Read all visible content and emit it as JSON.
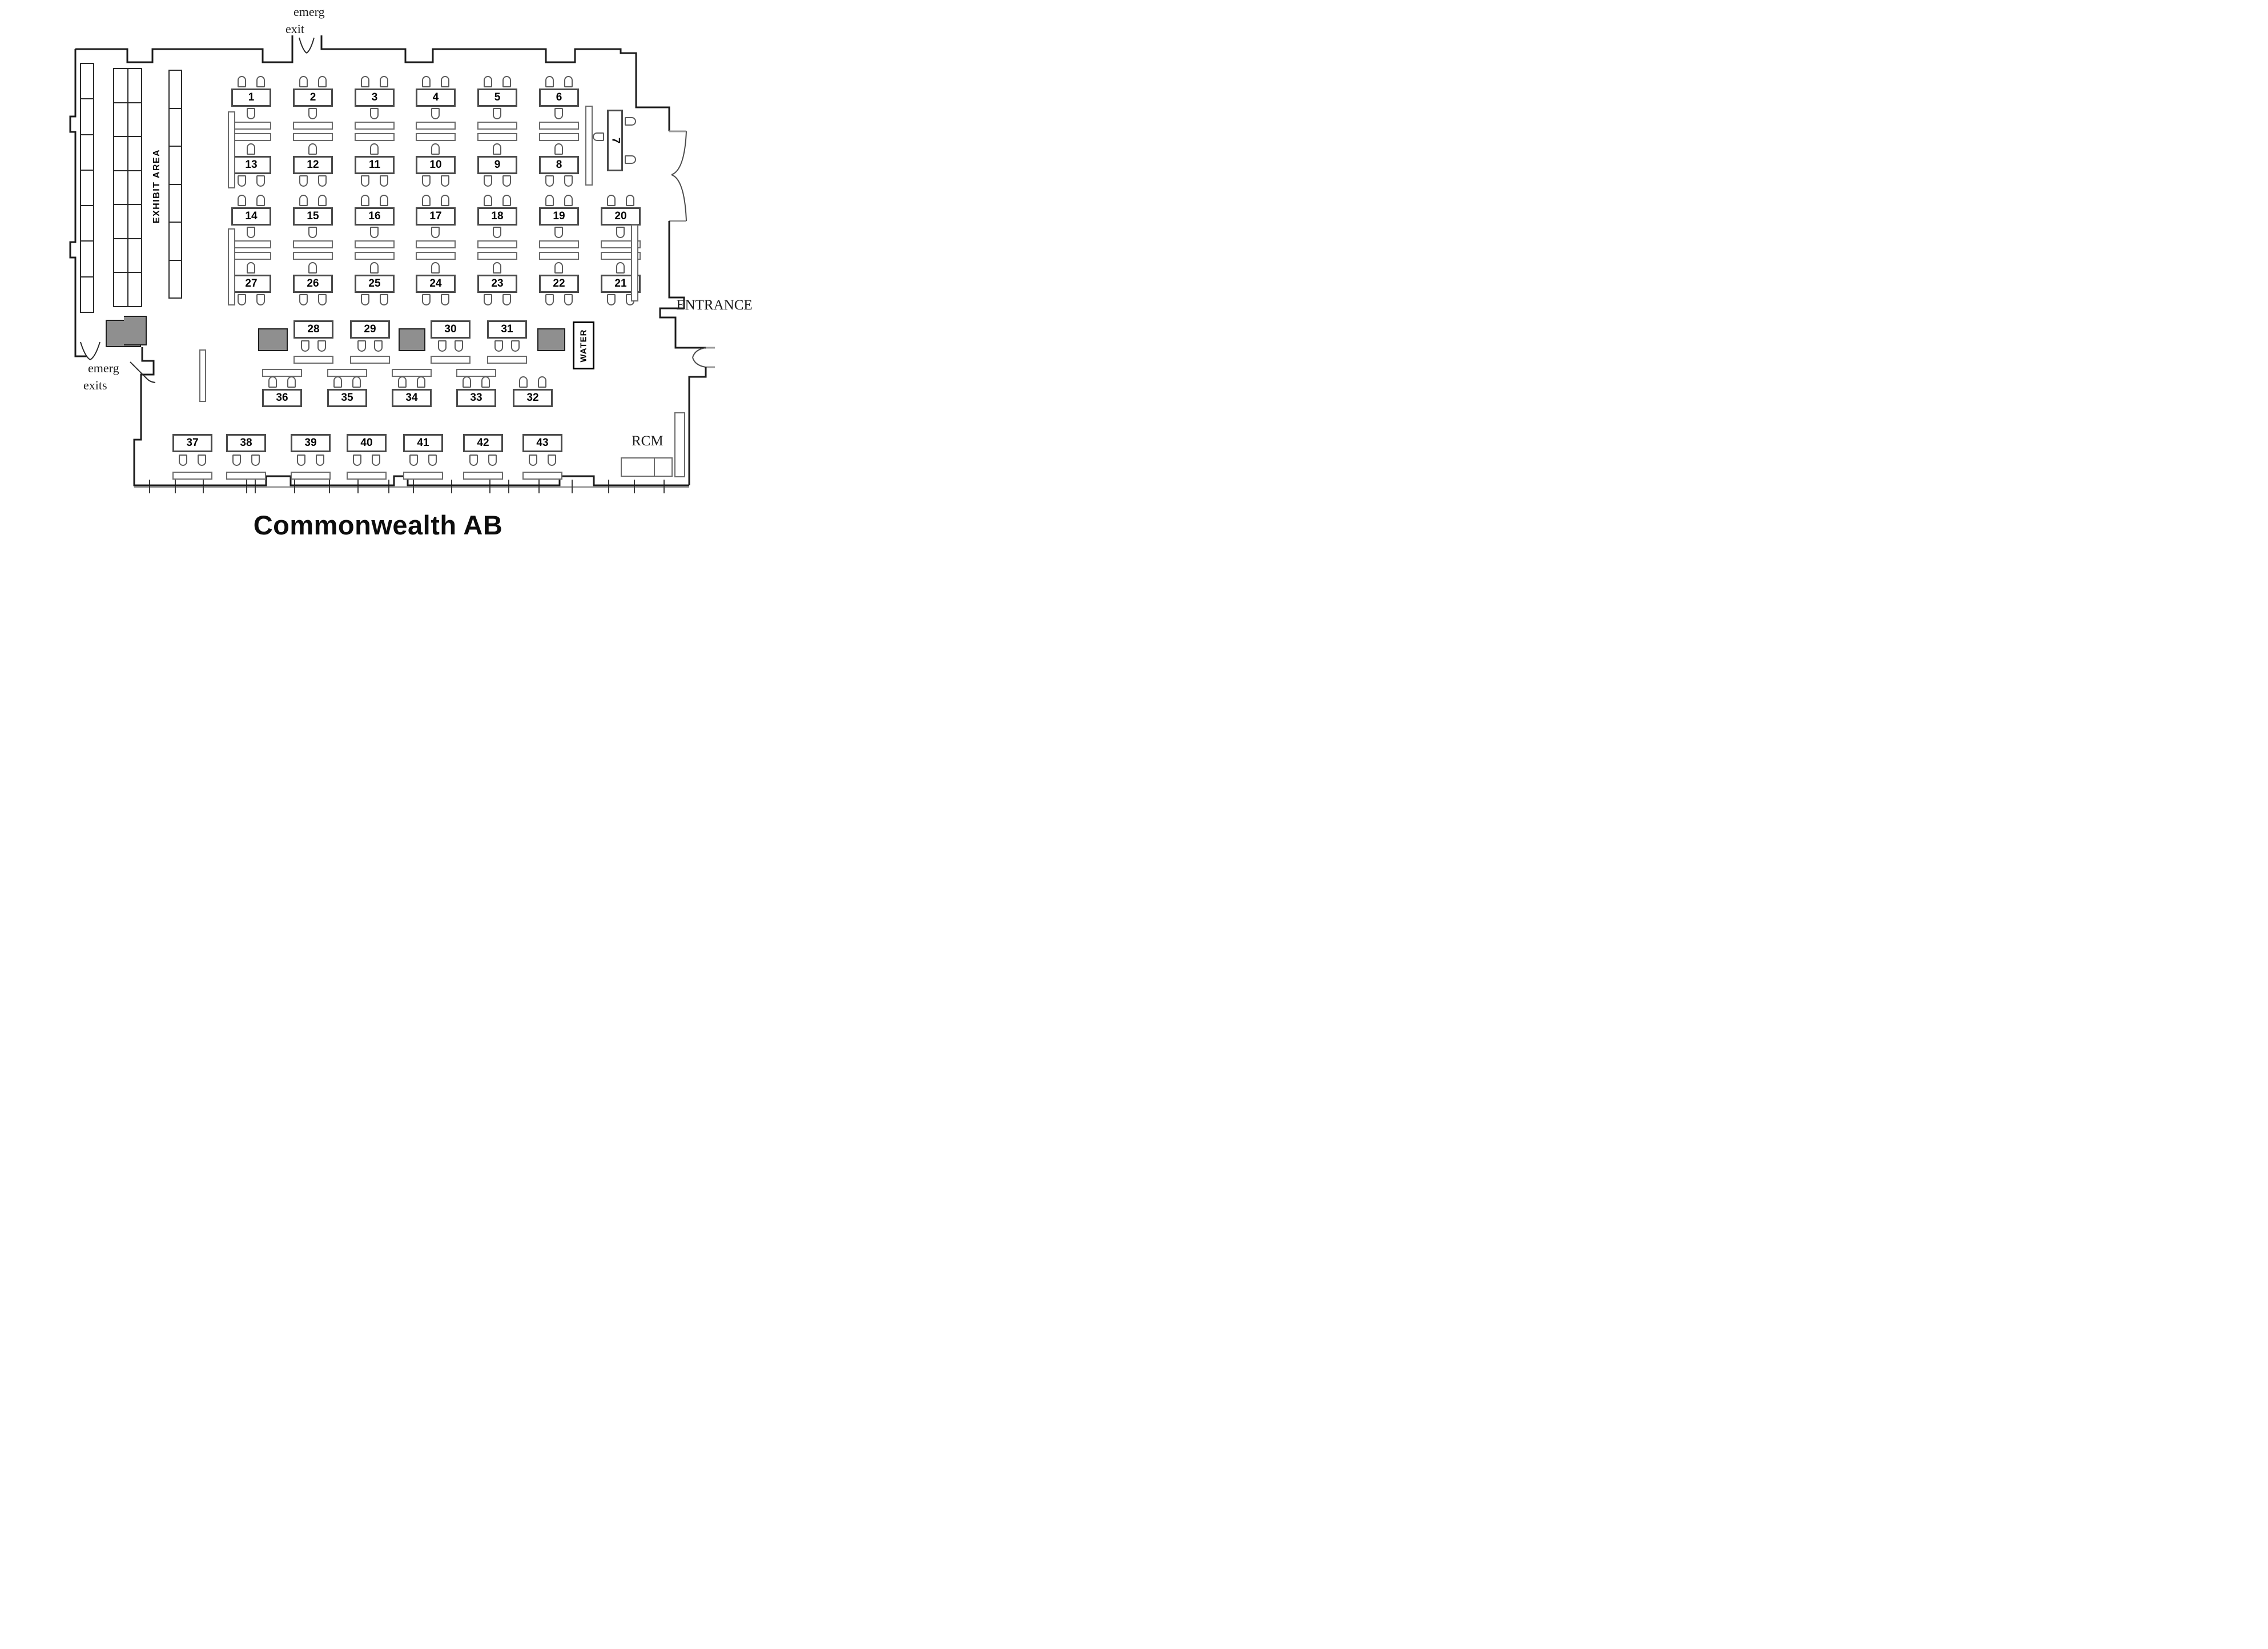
{
  "title": "Commonwealth AB",
  "labels": {
    "exhibit_area": "EXHIBIT AREA",
    "entrance": "ENTRANCE",
    "water": "WATER",
    "rcm": "RCM",
    "emerg_exit_top": {
      "line1": "emerg",
      "line2": "exit"
    },
    "emerg_exits_left": {
      "line1": "emerg",
      "line2": "exits"
    }
  },
  "tables": {
    "top_row": [
      "1",
      "2",
      "3",
      "4",
      "5",
      "6"
    ],
    "top_row_return": [
      "13",
      "12",
      "11",
      "10",
      "9",
      "8"
    ],
    "side_table": "7",
    "mid_row": [
      "14",
      "15",
      "16",
      "17",
      "18",
      "19",
      "20"
    ],
    "mid_row_return": [
      "27",
      "26",
      "25",
      "24",
      "23",
      "22",
      "21"
    ],
    "lower_row": [
      "28",
      "29",
      "30",
      "31"
    ],
    "lower_row_return": [
      "36",
      "35",
      "34",
      "33",
      "32"
    ],
    "bottom_row": [
      "37",
      "38",
      "39",
      "40",
      "41",
      "42",
      "43"
    ]
  },
  "exhibit": {
    "columns": [
      {
        "cells": 7,
        "double": false
      },
      {
        "cells": 7,
        "double": true
      },
      {
        "cells": 6,
        "double": false
      }
    ]
  },
  "colors": {
    "wall": "#1b1b1b",
    "wall_light": "#9a9a9a",
    "furniture_border": "#4a4a4a",
    "gray_block": "#8f8f8f",
    "text": "#000000"
  }
}
